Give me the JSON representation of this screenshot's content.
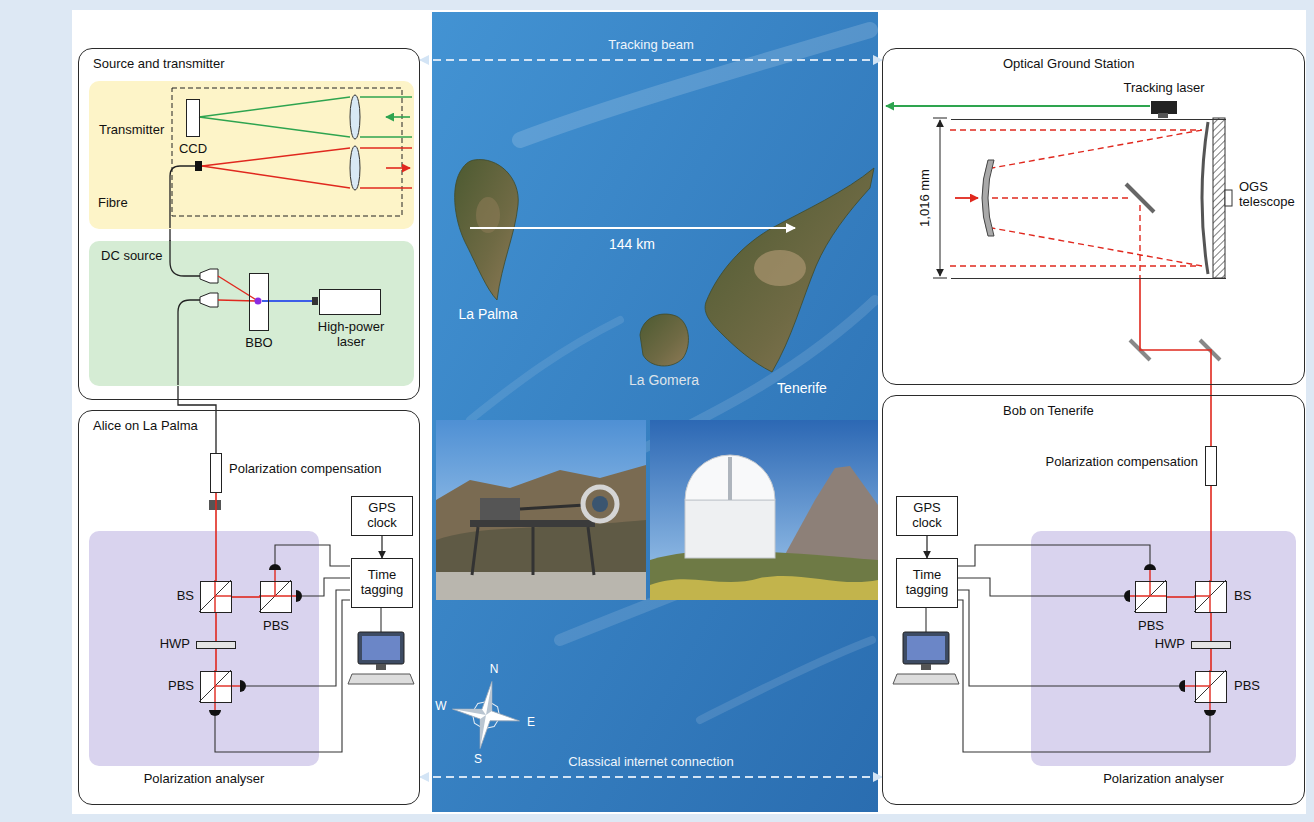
{
  "diagram": {
    "nodes": [
      {
        "text": [
          "Source and transmitter"
        ]
      },
      {
        "text": [
          "Transmitter"
        ],
        "in": 0
      },
      {
        "text": [
          "CCD"
        ],
        "in": 1
      },
      {
        "text": [
          "DC source"
        ],
        "in": 0
      },
      {
        "text": [
          "BBO"
        ],
        "in": 3
      },
      {
        "text": [
          "High-power laser"
        ],
        "in": 3
      },
      {
        "text": [
          "Alice on La Palma"
        ]
      },
      {
        "text": [
          "Polarization compensation"
        ],
        "in": 6
      },
      {
        "text": [
          "Polarization analyser"
        ],
        "in": 6
      },
      {
        "text": [
          "BS"
        ],
        "in": 8
      },
      {
        "text": [
          "PBS"
        ],
        "in": 8
      },
      {
        "text": [
          "HWP"
        ],
        "in": 8
      },
      {
        "text": [
          "PBS"
        ],
        "in": 8
      },
      {
        "text": [
          "GPS clock"
        ],
        "in": 6
      },
      {
        "text": [
          "Time tagging"
        ],
        "in": 6
      },
      {
        "text": [
          "Optical Ground Station"
        ]
      },
      {
        "text": [
          "Tracking laser"
        ],
        "in": 15
      },
      {
        "text": [
          "OGS telescope"
        ],
        "in": 15
      },
      {
        "text": [
          "Bob on Tenerife"
        ]
      },
      {
        "text": [
          "Polarization compensation"
        ],
        "in": 18
      },
      {
        "text": [
          "GPS clock"
        ],
        "in": 18
      },
      {
        "text": [
          "Time tagging"
        ],
        "in": 18
      },
      {
        "text": [
          "Polarization analyser"
        ],
        "in": 18
      },
      {
        "text": [
          "BS"
        ],
        "in": 22
      },
      {
        "text": [
          "PBS"
        ],
        "in": 22
      },
      {
        "text": [
          "HWP"
        ],
        "in": 22
      },
      {
        "text": [
          "PBS"
        ],
        "in": 22
      }
    ],
    "edges": [
      {
        "from": 0,
        "to": 15,
        "arrow": "both",
        "label": "Tracking beam"
      },
      {
        "from": 6,
        "to": 18,
        "arrow": "both",
        "label": "Classical internet connection"
      },
      {
        "from": 3,
        "to": 1,
        "arrow": "none"
      },
      {
        "from": 3,
        "to": 7,
        "arrow": "none"
      },
      {
        "from": 7,
        "to": 9,
        "arrow": "none"
      },
      {
        "from": 9,
        "to": 10,
        "arrow": "none"
      },
      {
        "from": 9,
        "to": 11,
        "arrow": "none"
      },
      {
        "from": 11,
        "to": 12,
        "arrow": "none"
      },
      {
        "from": 13,
        "to": 14,
        "arrow": "to"
      },
      {
        "from": 17,
        "to": 19,
        "arrow": "none"
      },
      {
        "from": 19,
        "to": 23,
        "arrow": "none"
      },
      {
        "from": 23,
        "to": 24,
        "arrow": "none"
      },
      {
        "from": 23,
        "to": 25,
        "arrow": "none"
      },
      {
        "from": 25,
        "to": 26,
        "arrow": "none"
      },
      {
        "from": 20,
        "to": 21,
        "arrow": "to"
      }
    ],
    "labels": [
      "Fibre",
      "144 km",
      "La Palma",
      "La Gomera",
      "Tenerife",
      "1,016 mm",
      "N",
      "E",
      "S",
      "W"
    ]
  }
}
